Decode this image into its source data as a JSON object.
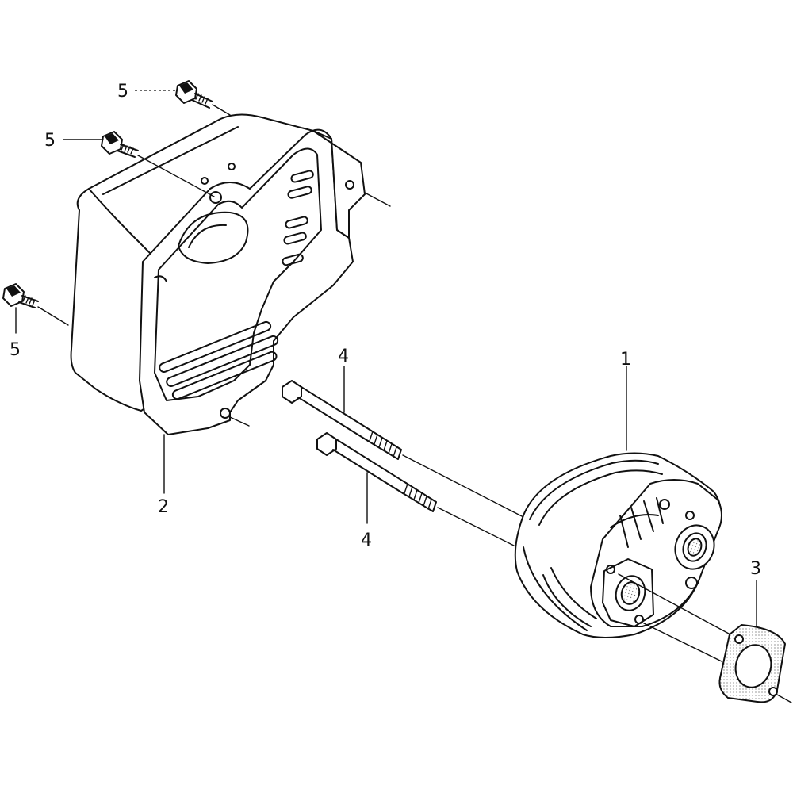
{
  "callouts": [
    {
      "id": "muffler",
      "label": "1"
    },
    {
      "id": "muffler-protector",
      "label": "2"
    },
    {
      "id": "muffler-gasket",
      "label": "3"
    },
    {
      "id": "stud-bolt-upper",
      "label": "4"
    },
    {
      "id": "stud-bolt-lower",
      "label": "4"
    },
    {
      "id": "flange-bolt-top",
      "label": "5"
    },
    {
      "id": "flange-bolt-middle",
      "label": "5"
    },
    {
      "id": "flange-bolt-left",
      "label": "5"
    }
  ]
}
